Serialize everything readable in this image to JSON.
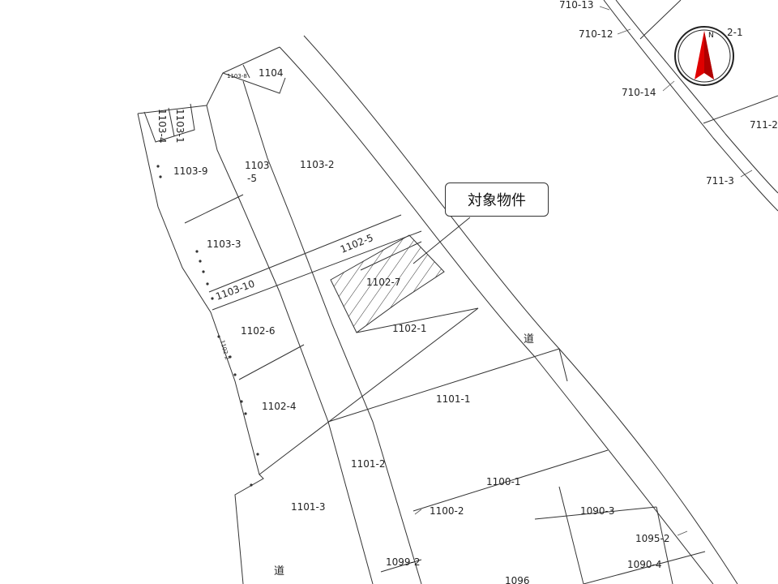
{
  "map": {
    "callout": "対象物件",
    "road_label": "道",
    "north_label": "N",
    "parcels": [
      "1104",
      "1103-8",
      "1103-1",
      "1103-4",
      "1103-9",
      "1103",
      "-5",
      "1103-2",
      "1103-3",
      "1102-5",
      "1102-7",
      "1103-10",
      "1102-6",
      "1102-1",
      "1102-2",
      "1102-4",
      "1101-1",
      "1101-2",
      "1101-3",
      "1100-1",
      "1100-2",
      "1090-3",
      "1099-2",
      "1095-2",
      "1090-4",
      "1096",
      "710-13",
      "710-12",
      "710-14",
      "711-2",
      "711-3",
      "2-1"
    ]
  },
  "colors": {
    "north_arrow_red": "#e00000",
    "line": "#333333",
    "background": "#ffffff"
  }
}
